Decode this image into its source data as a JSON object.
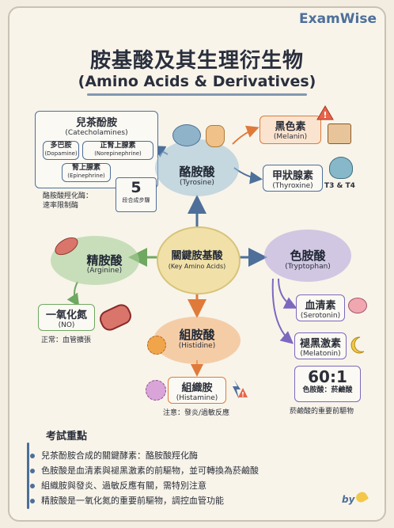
{
  "brand": "ExamWise",
  "title": {
    "zh": "胺基酸及其生理衍生物",
    "en": "(Amino Acids & Derivatives)"
  },
  "center": {
    "zh": "關鍵胺基酸",
    "en": "(Key Amino Acids)"
  },
  "tyrosine": {
    "zh": "酪胺酸",
    "en": "(Tyrosine)"
  },
  "arginine": {
    "zh": "精胺酸",
    "en": "(Arginine)"
  },
  "tryptophan": {
    "zh": "色胺酸",
    "en": "(Tryptophan)"
  },
  "histidine": {
    "zh": "組胺酸",
    "en": "(Histidine)"
  },
  "catecholamines": {
    "zh": "兒茶酚胺",
    "en": "(Catecholamines)",
    "items": [
      {
        "zh": "多巴胺",
        "en": "(Dopamine)"
      },
      {
        "zh": "正腎上腺素",
        "en": "(Norepinephrine)"
      },
      {
        "zh": "腎上腺素",
        "en": "(Epinephrine)"
      }
    ],
    "enzyme_note_1": "酪胺酸羥化酶：",
    "enzyme_note_2": "速率限制酶"
  },
  "steps": {
    "number": "5",
    "label": "段合成步驟"
  },
  "melanin": {
    "zh": "黑色素",
    "en": "(Melanin)"
  },
  "thyroxine": {
    "zh": "甲狀腺素",
    "en": "(Thyroxine)",
    "tag": "T3 & T4"
  },
  "no": {
    "zh": "一氧化氮",
    "en": "(NO)",
    "note": "正常：血管擴張"
  },
  "serotonin": {
    "zh": "血清素",
    "en": "(Serotonin)"
  },
  "melatonin": {
    "zh": "褪黑激素",
    "en": "(Melatonin)"
  },
  "ratio": {
    "value": "60:1",
    "label": "色胺酸：菸鹼酸",
    "note": "菸鹼酸的重要前驅物"
  },
  "histamine": {
    "zh": "組織胺",
    "en": "(Histamine)",
    "note": "注意：發炎/過敏反應"
  },
  "key_points": {
    "title": "考試重點",
    "items": [
      "兒茶酚胺合成的關鍵酵素：酪胺酸羥化酶",
      "色胺酸是血清素與褪黑激素的前驅物，並可轉換為菸鹼酸",
      "組織胺與發炎、過敏反應有關，需特別注意",
      "精胺酸是一氧化氮的重要前驅物，調控血管功能"
    ]
  },
  "signature": "by",
  "colors": {
    "accent": "#4d6f9a",
    "tyrosine": "#9bbfd6",
    "arginine": "#a9cf9a",
    "tryptophan": "#b7a9dc",
    "histidine": "#f1b27a",
    "center": "#f1e1a8",
    "arrow_orange": "#e07a3a"
  }
}
